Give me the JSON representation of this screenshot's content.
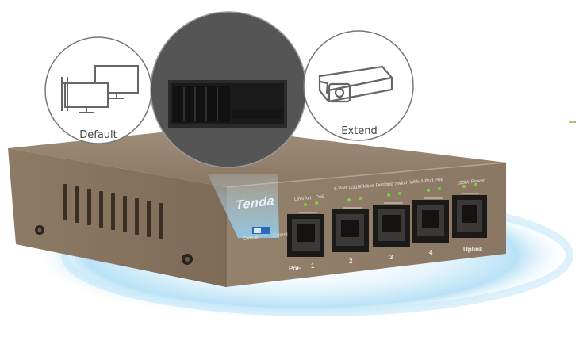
{
  "product": {
    "brand": "Tenda",
    "model_text": "5-Port 10/100Mbps Desktop Switch With 4-Port PoE",
    "led_labels": [
      "Link/Act",
      "PoE",
      "100M",
      "Power"
    ],
    "port_labels": [
      "PoE",
      "1",
      "2",
      "3",
      "4",
      "Uplink"
    ],
    "switch_labels": [
      "Default",
      "Extend"
    ]
  },
  "callouts": {
    "default_label": "Default",
    "extend_label": "Extend",
    "default_icon": "computer-monitors-icon",
    "switch_icon": "dip-switch-closeup",
    "extend_icon": "security-camera-icon"
  },
  "colors": {
    "chassis": "#8c7a66",
    "glow": "#bfe4f6",
    "led": "#7bd23a",
    "brand_blue": "#5aa7e3"
  }
}
